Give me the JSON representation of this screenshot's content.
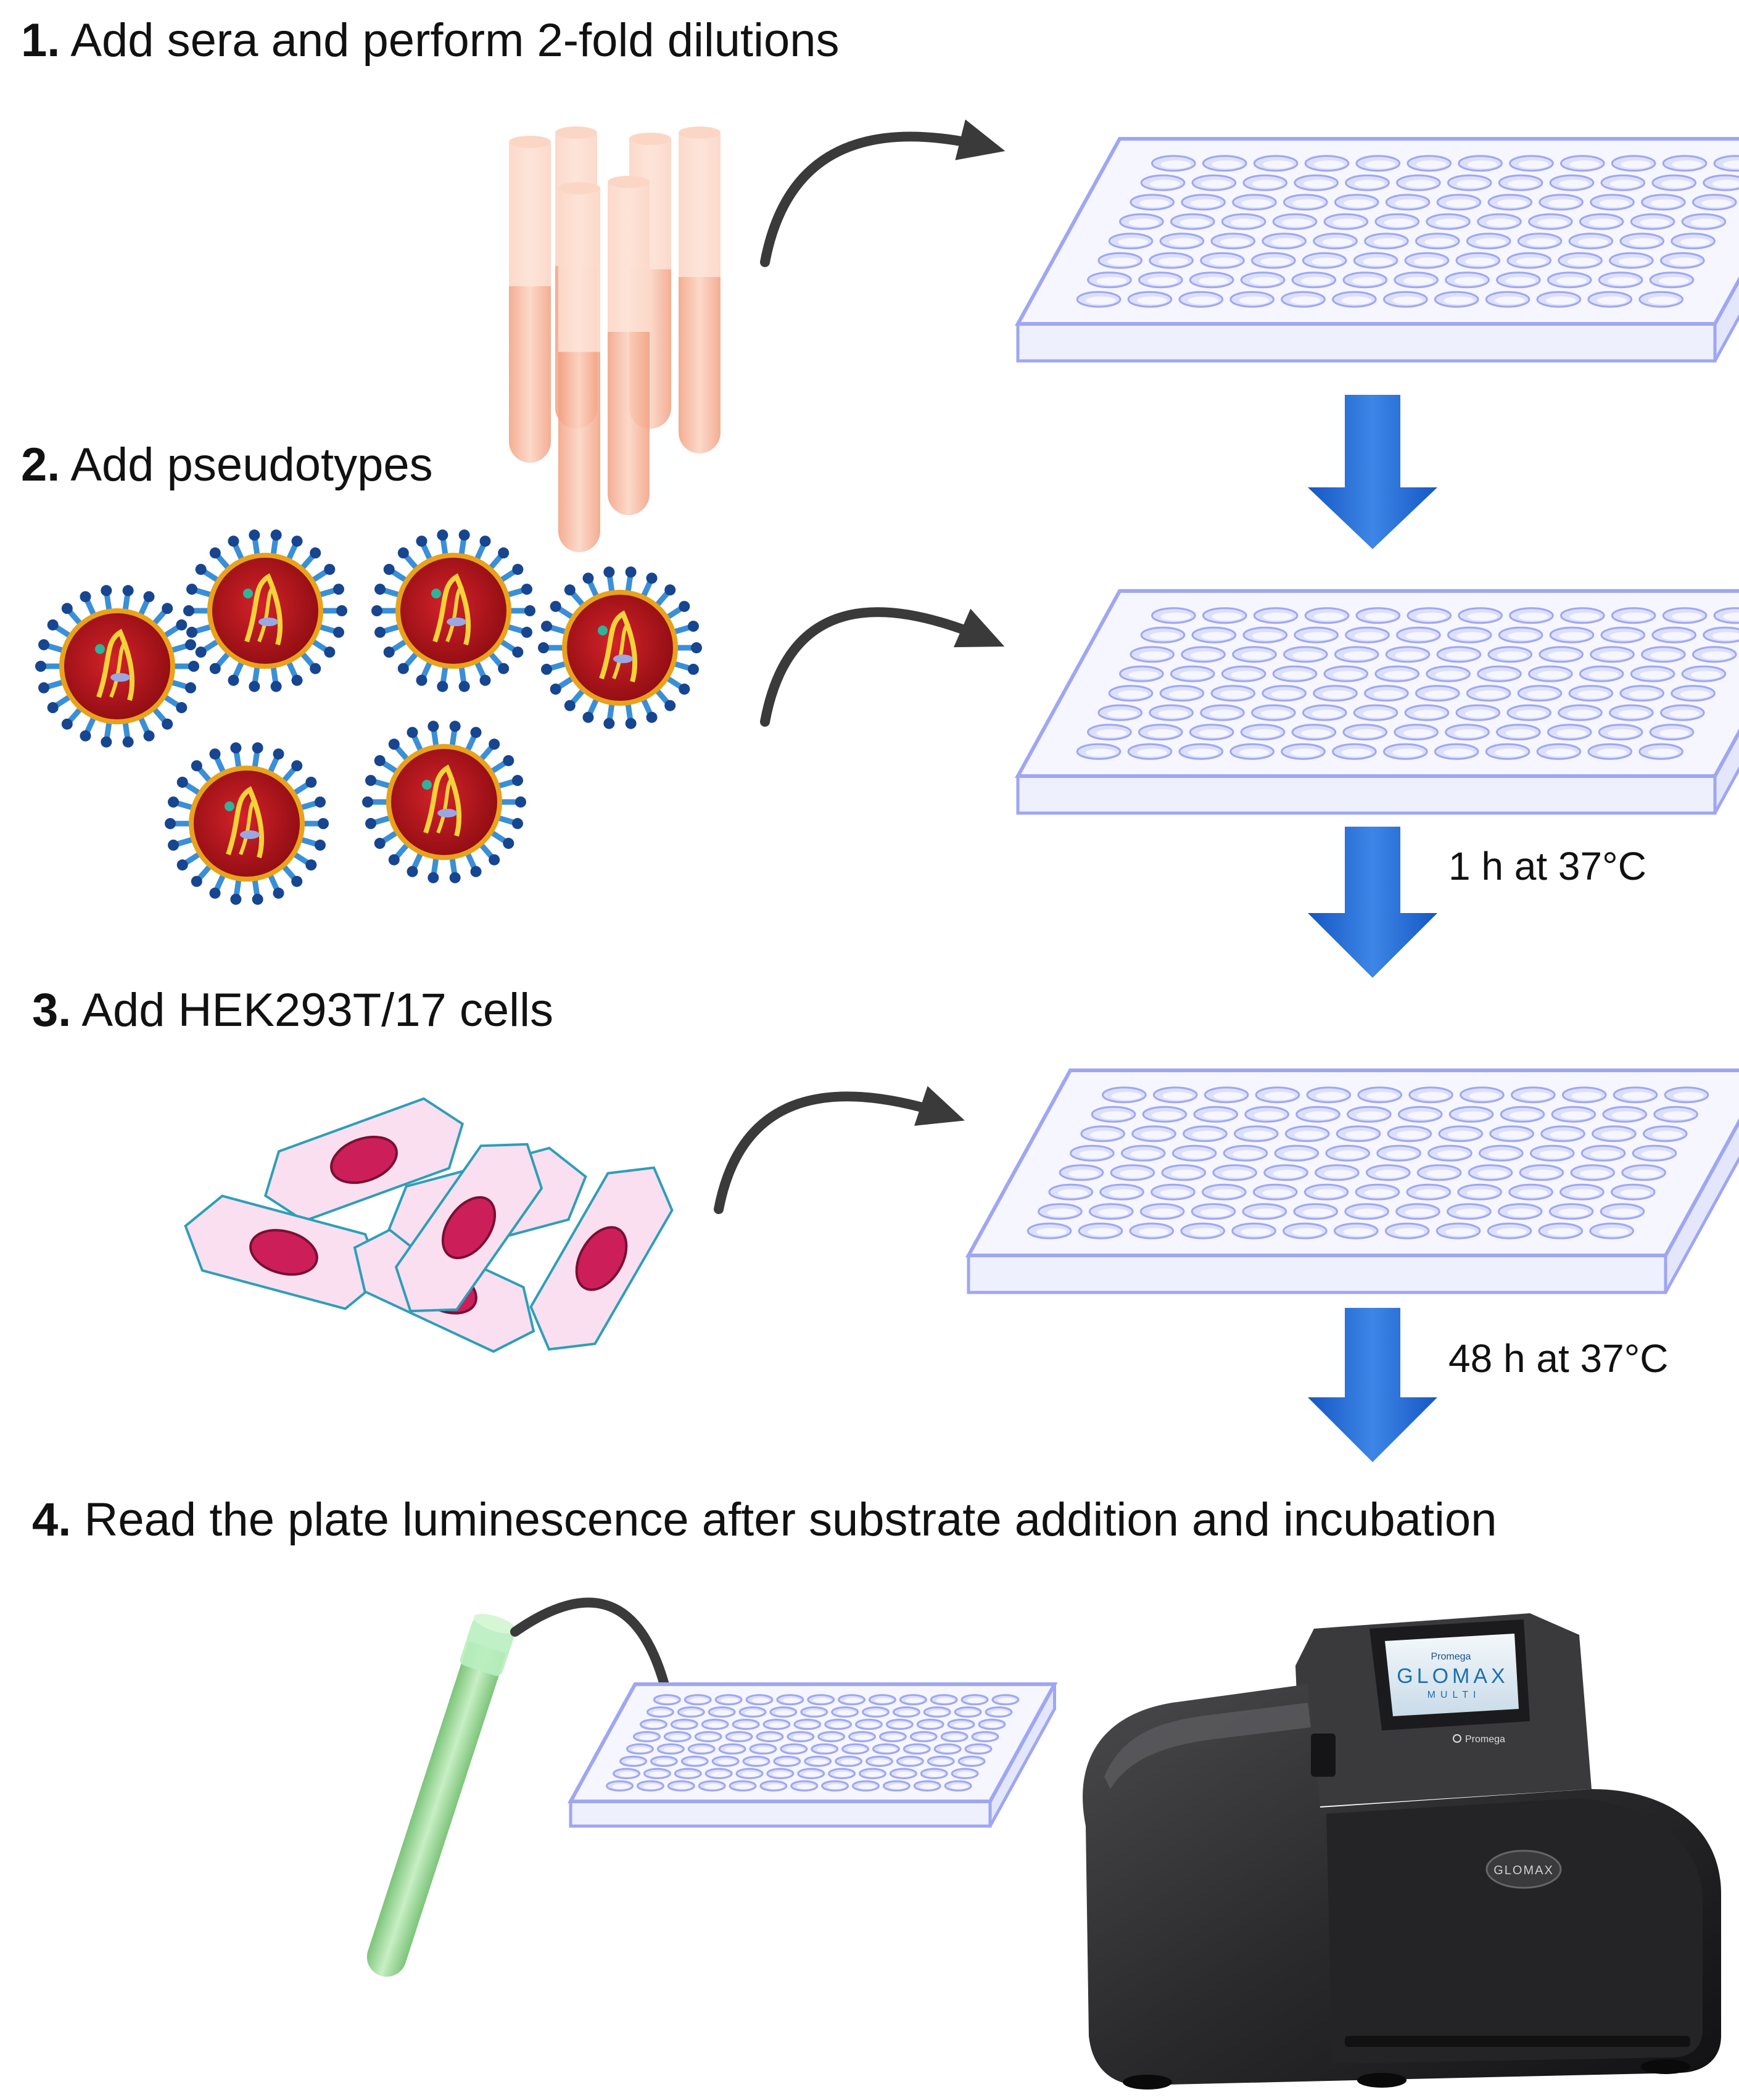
{
  "steps": [
    {
      "number": "1.",
      "text": "Add sera and perform 2-fold dilutions"
    },
    {
      "number": "2.",
      "text": "Add pseudotypes"
    },
    {
      "number": "3.",
      "text": "Add HEK293T/17 cells"
    },
    {
      "number": "4.",
      "text": "Read the plate luminescence after substrate addition and incubation"
    }
  ],
  "incubations": [
    {
      "label": "1 h at 37°C"
    },
    {
      "label": "48 h at 37°C"
    }
  ],
  "instrument": {
    "screen_brand": "Promega",
    "screen_logo": "GLOMAX",
    "screen_sub": "MULTI",
    "badge": "GLOMAX",
    "footer_brand": "Promega"
  },
  "colors": {
    "plate": "#9fa6f2",
    "arrow_blue": "#1a5fcc",
    "tube_orange": "#f6b59a",
    "tube_green": "#9fdc9a",
    "virus_core": "#b3141a",
    "cell_fill": "#f9dff0",
    "nucleus": "#cc1f5a",
    "instrument": "#2c2c2e"
  }
}
